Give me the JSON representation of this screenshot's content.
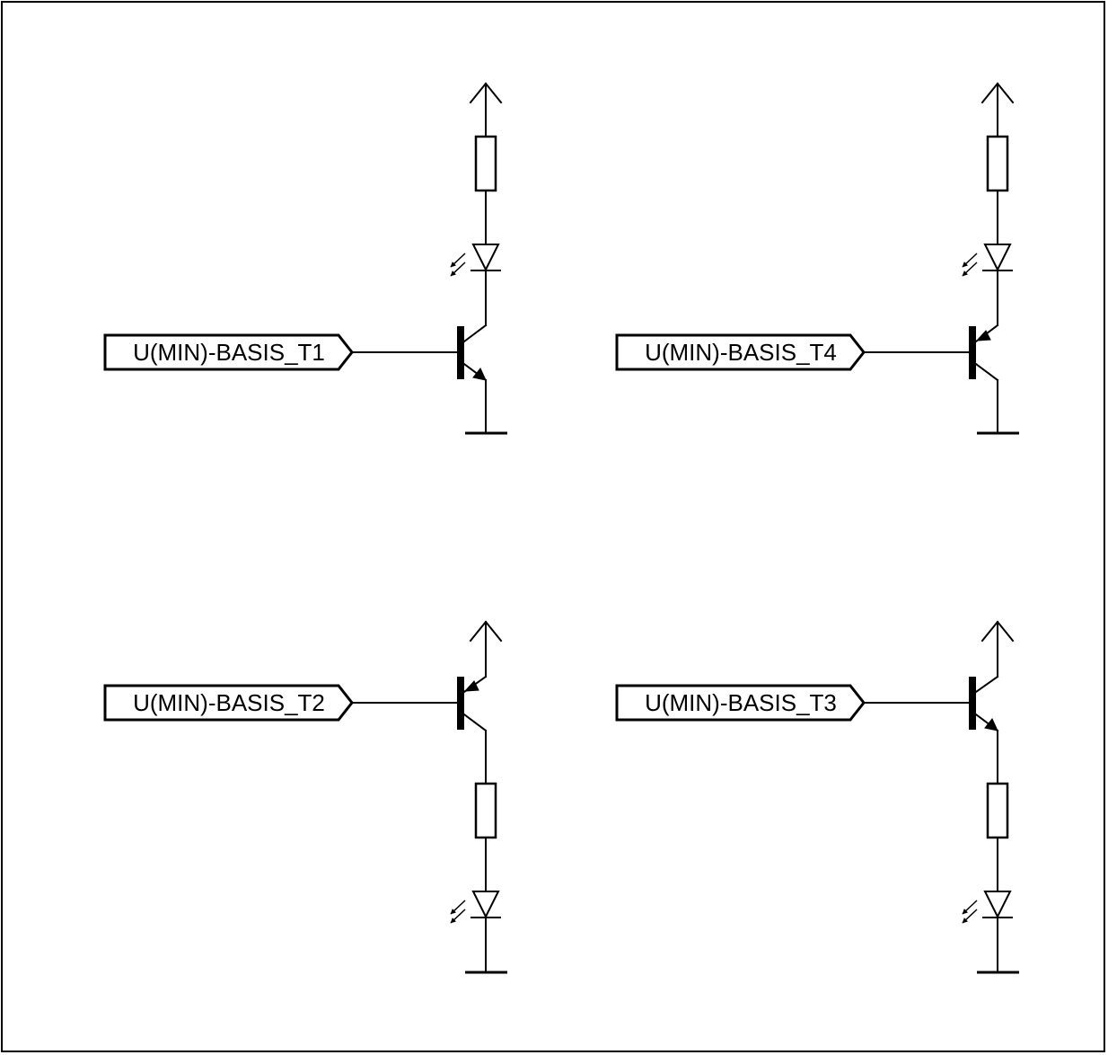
{
  "diagram": {
    "circuits": [
      {
        "id": "t1",
        "port_label": "U(MIN)-BASIS_T1",
        "transistor_type": "NPN",
        "arrangement": "supply - resistor - LED - collector; emitter - ground"
      },
      {
        "id": "t4",
        "port_label": "U(MIN)-BASIS_T4",
        "transistor_type": "PNP",
        "arrangement": "supply - resistor - LED - emitter; collector - ground"
      },
      {
        "id": "t2",
        "port_label": "U(MIN)-BASIS_T2",
        "transistor_type": "PNP",
        "arrangement": "emitter - supply; collector - resistor - LED - ground"
      },
      {
        "id": "t3",
        "port_label": "U(MIN)-BASIS_T3",
        "transistor_type": "NPN",
        "arrangement": "collector - supply; emitter - resistor - LED - ground"
      }
    ],
    "symbols": [
      "supply-arrow",
      "resistor",
      "led",
      "transistor",
      "ground",
      "input-port"
    ]
  }
}
